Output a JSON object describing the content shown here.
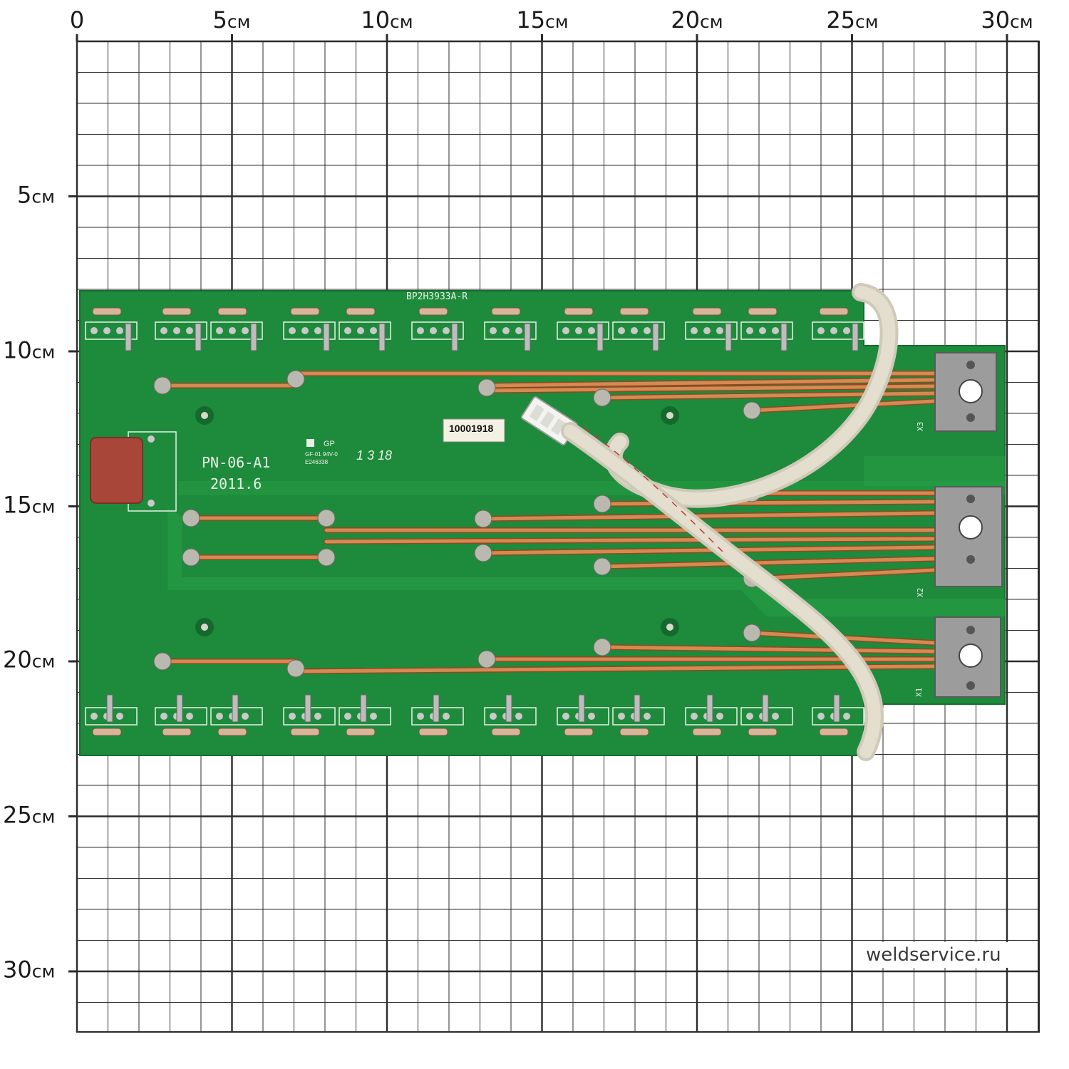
{
  "ruler": {
    "unit": "см",
    "top": [
      "0",
      "5",
      "10",
      "15",
      "20",
      "25",
      "30"
    ],
    "left": [
      "5",
      "10",
      "15",
      "20",
      "25",
      "30"
    ]
  },
  "board": {
    "silkscreen_id": "BP2H3933A-R",
    "part_label": "10001918",
    "model": "PN-06-A1",
    "date": "2011.6",
    "lot_mark": "1 3 18",
    "maker": "GP",
    "cert_line": "GF-01 94V-0",
    "ul_code": "E246338",
    "terminals": [
      "X3",
      "X2",
      "X1"
    ]
  },
  "colors": {
    "pcb_green": "#1f8a3c",
    "pcb_trace": "#2ea14b",
    "copper": "#c7743e",
    "terminal_silver": "#9a9a9a",
    "cable": "#d9d4c6",
    "capacitor": "#a7473a",
    "grid_line": "#2b2b2b"
  },
  "watermark": "weldservice.ru"
}
